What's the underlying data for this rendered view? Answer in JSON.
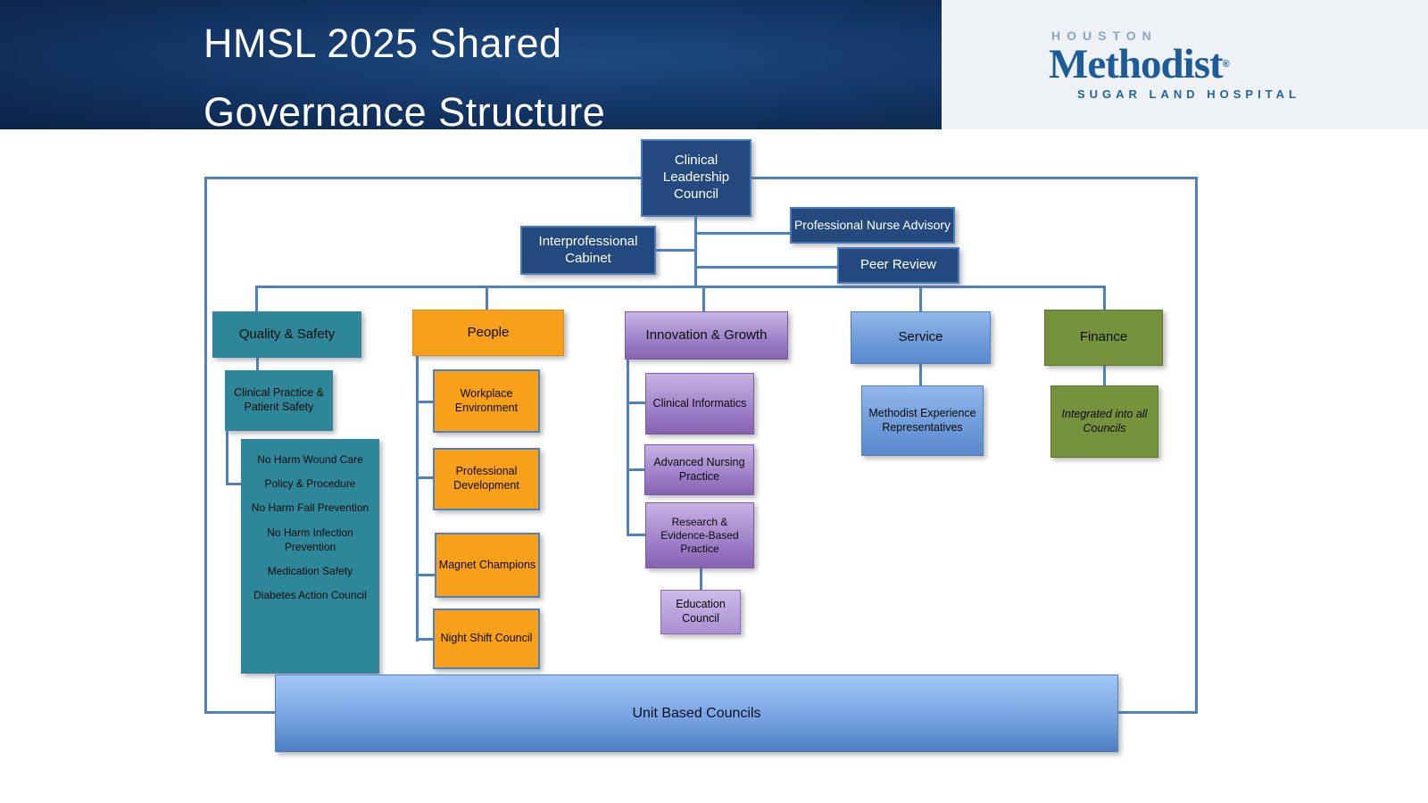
{
  "header": {
    "title_line1": "HMSL 2025 Shared",
    "title_line2": "Governance Structure"
  },
  "logo": {
    "city": "HOUSTON",
    "brand": "Methodist",
    "registered": "®",
    "subtitle": "SUGAR LAND HOSPITAL"
  },
  "diagram": {
    "clinical_leadership_council": "Clinical Leadership Council",
    "interprofessional_cabinet": "Interprofessional Cabinet",
    "professional_nurse_advisory": "Professional Nurse Advisory",
    "peer_review": "Peer Review",
    "pillars": {
      "quality_safety": "Quality & Safety",
      "people": "People",
      "innovation_growth": "Innovation & Growth",
      "service": "Service",
      "finance": "Finance"
    },
    "quality_branch": {
      "clinical_practice_patient_safety": "Clinical Practice & Patient Safety",
      "subcouncils": [
        "No Harm Wound Care",
        "Policy & Procedure",
        "No Harm Fall Prevention",
        "No Harm Infection Prevention",
        "Medication Safety",
        "Diabetes Action Council"
      ]
    },
    "people_branch": {
      "workplace_environment": "Workplace Environment",
      "professional_development": "Professional Development",
      "magnet_champions": "Magnet Champions",
      "night_shift_council": "Night Shift Council"
    },
    "innovation_branch": {
      "clinical_informatics": "Clinical Informatics",
      "advanced_nursing_practice": "Advanced Nursing Practice",
      "research_evidence_based_practice": "Research & Evidence-Based Practice",
      "education_council": "Education Council"
    },
    "service_branch": {
      "methodist_experience_representatives": "Methodist Experience Representatives"
    },
    "finance_branch": {
      "integrated_into_all_councils": "Integrated into all Councils"
    },
    "unit_based_councils": "Unit Based Councils"
  },
  "colors": {
    "navy": "#24497e",
    "teal": "#2e8799",
    "orange": "#f9a01b",
    "purple": "#9678c2",
    "service_blue": "#6f9cda",
    "olive": "#76923c",
    "connector": "#4f81bd",
    "header_navy": "#143768",
    "logo_blue": "#1d5c99"
  }
}
